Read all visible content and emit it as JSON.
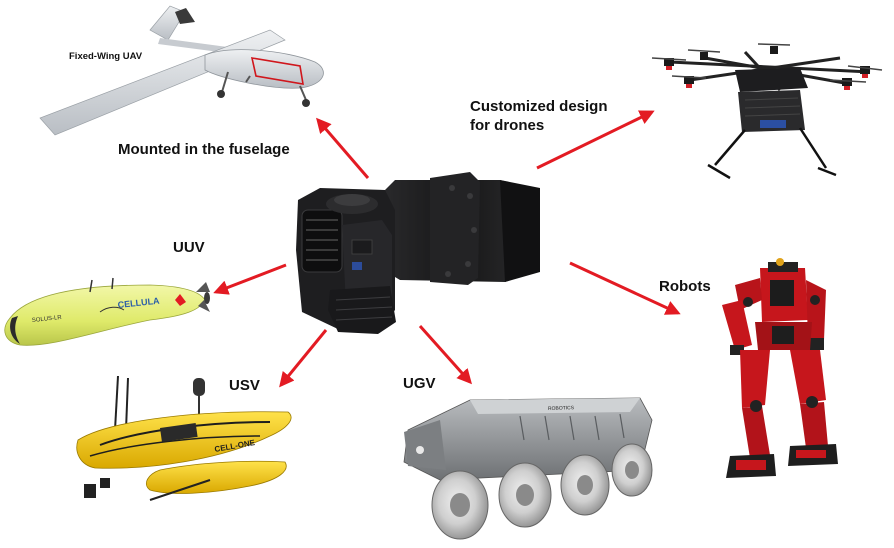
{
  "labels": {
    "fixed_wing": "Fixed-Wing UAV",
    "mounted": "Mounted  in the fuselage",
    "customized_line1": "Customized design",
    "customized_line2": "for drones",
    "uuv": "UUV",
    "robots": "Robots",
    "usv": "USV",
    "ugv": "UGV"
  },
  "device_markings": {
    "uuv_name": "SOLUS-LR",
    "uuv_brand": "CELLULA",
    "usv_brand": "CELL-ONE",
    "ugv_brand": "ROBOTICS"
  },
  "colors": {
    "arrow": "#e31b23",
    "engine": "#1c1c1e",
    "uuv_body": "#e6f07a",
    "usv_body": "#f4cd0a",
    "robot_body": "#c6161c",
    "drone_body": "#1a1a1a",
    "uav_body": "#d9dde1",
    "ugv_body": "#8c8f92"
  }
}
